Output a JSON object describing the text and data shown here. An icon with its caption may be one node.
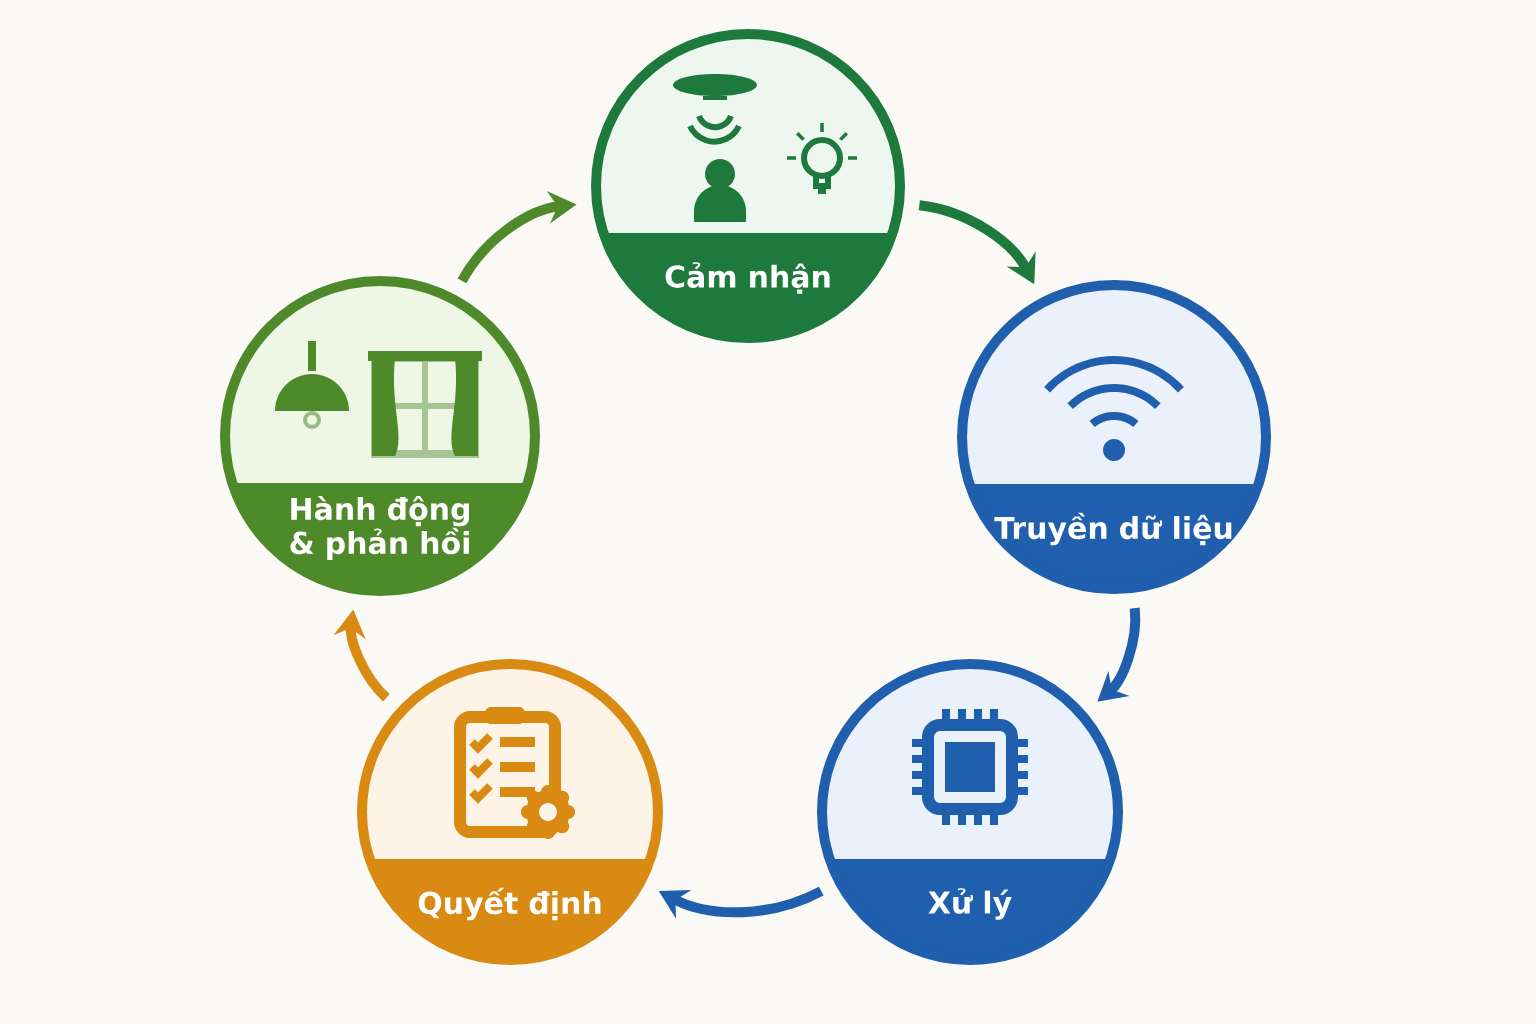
{
  "diagram": {
    "nodes": [
      {
        "text": [
          "Cảm nhận"
        ]
      },
      {
        "text": [
          "Truyền dữ liệu"
        ]
      },
      {
        "text": [
          "Xử lý"
        ]
      },
      {
        "text": [
          "Quyết định"
        ]
      },
      {
        "text": [
          "Hành động & phản hồi"
        ]
      }
    ],
    "edges": [
      {
        "from": 0,
        "to": 1,
        "arrow": "to",
        "color": "#1e7a3c"
      },
      {
        "from": 1,
        "to": 2,
        "arrow": "to",
        "color": "#1f5fae"
      },
      {
        "from": 2,
        "to": 3,
        "arrow": "to",
        "color": "#1f5fae"
      },
      {
        "from": 3,
        "to": 4,
        "arrow": "to",
        "color": "#d98a12"
      },
      {
        "from": 4,
        "to": 0,
        "arrow": "to",
        "color": "#4f8a2a"
      }
    ]
  }
}
